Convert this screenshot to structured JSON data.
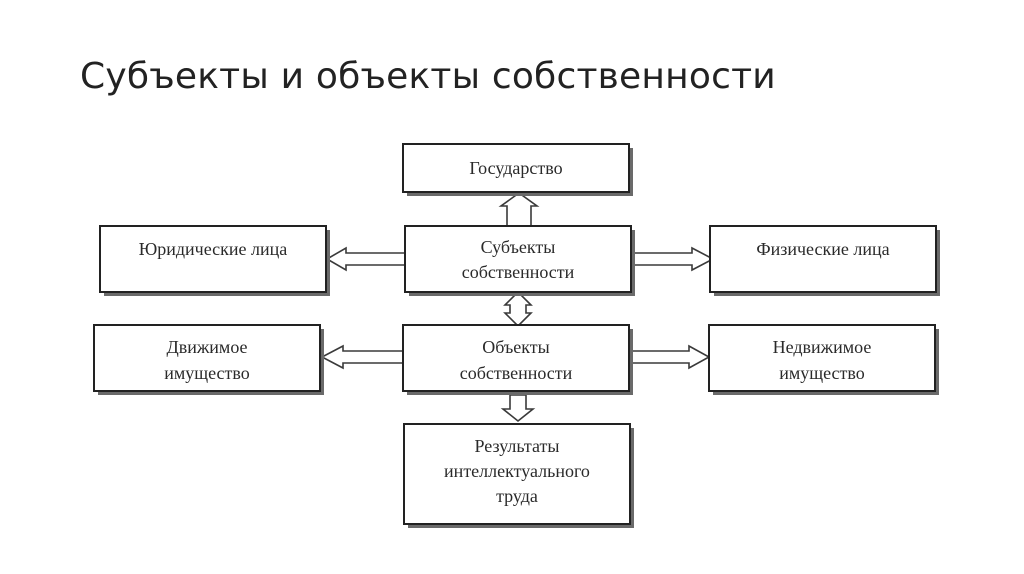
{
  "title": "Субъекты и объекты собственности",
  "nodes": {
    "state": {
      "lines": [
        "Государство"
      ]
    },
    "subjects": {
      "lines": [
        "Субъекты",
        "собственности"
      ]
    },
    "legal": {
      "lines": [
        "Юридические лица"
      ]
    },
    "individuals": {
      "lines": [
        "Физические лица"
      ]
    },
    "objects": {
      "lines": [
        "Объекты",
        "собственности"
      ]
    },
    "movable": {
      "lines": [
        "Движимое",
        "имущество"
      ]
    },
    "immovable": {
      "lines": [
        "Недвижимое",
        "имущество"
      ]
    },
    "intellectual": {
      "lines": [
        "Результаты",
        "интеллектуального",
        "труда"
      ]
    }
  },
  "colors": {
    "stroke": "#222222",
    "text": "#2a2a2a",
    "background": "#ffffff"
  }
}
